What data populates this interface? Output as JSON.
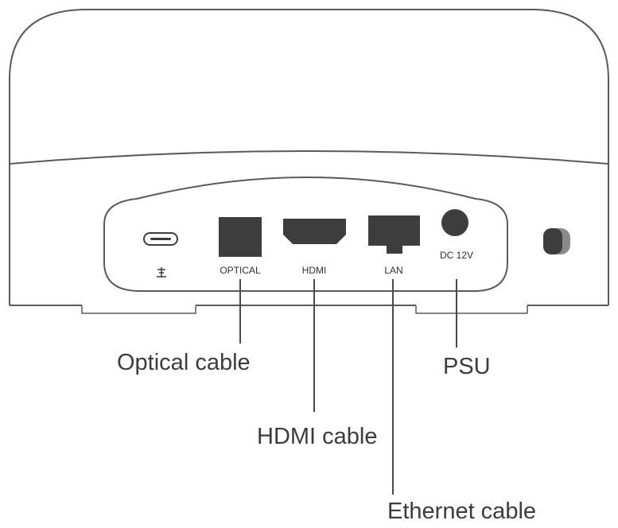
{
  "ports": {
    "usb_c": {
      "label": "",
      "icon": "usb-c-port-icon"
    },
    "optical": {
      "label": "OPTICAL"
    },
    "hdmi": {
      "label": "HDMI"
    },
    "lan": {
      "label": "LAN"
    },
    "dc": {
      "label": "DC 12V"
    }
  },
  "callouts": {
    "optical": "Optical cable",
    "hdmi": "HDMI cable",
    "ethernet": "Ethernet cable",
    "psu": "PSU"
  },
  "colors": {
    "outline": "#5a5a5a",
    "port_fill": "#3d3d3d",
    "line": "#4a4a4a",
    "knob": "#555555"
  }
}
